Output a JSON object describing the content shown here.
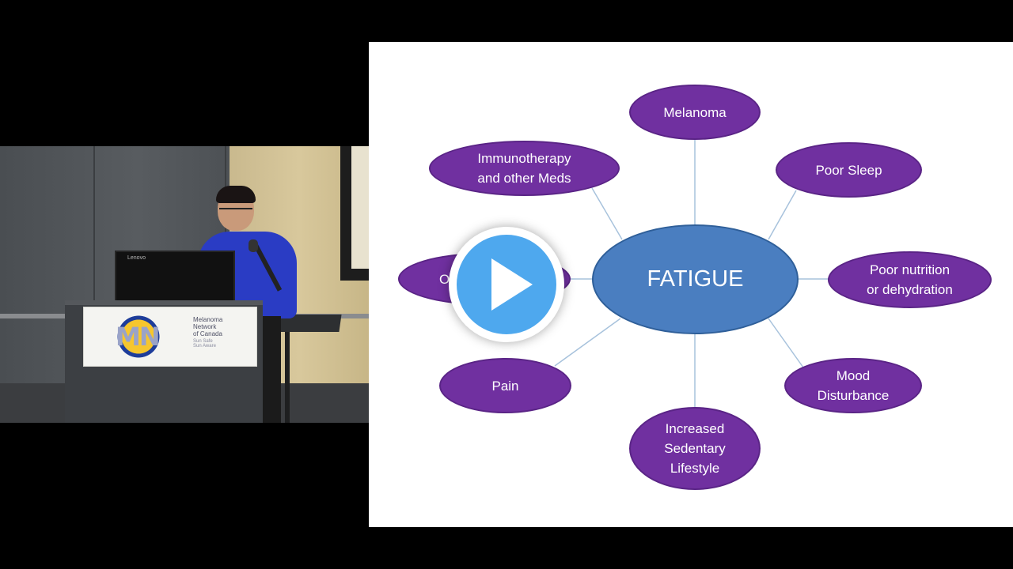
{
  "video": {
    "speaker_laptop_brand": "Lenovo",
    "podium_sign": {
      "logo": "MN",
      "org_name": "Melanoma\nNetwork\nof Canada",
      "org_subtitle": "Sun Safe\nSun Aware"
    }
  },
  "slide": {
    "center": "FATIGUE",
    "nodes": {
      "top": "Melanoma",
      "top_left": "Immunotherapy\nand other Meds",
      "top_right": "Poor Sleep",
      "left": "Ot",
      "right": "Poor nutrition\nor dehydration",
      "bottom_left": "Pain",
      "bottom": "Increased\nSedentary\nLifestyle",
      "bottom_right": "Mood\nDisturbance"
    },
    "colors": {
      "node_fill": "#7030a0",
      "center_fill": "#4a7ec0",
      "connector": "#a7c2dc"
    }
  },
  "player": {
    "play_icon": "play-icon"
  }
}
